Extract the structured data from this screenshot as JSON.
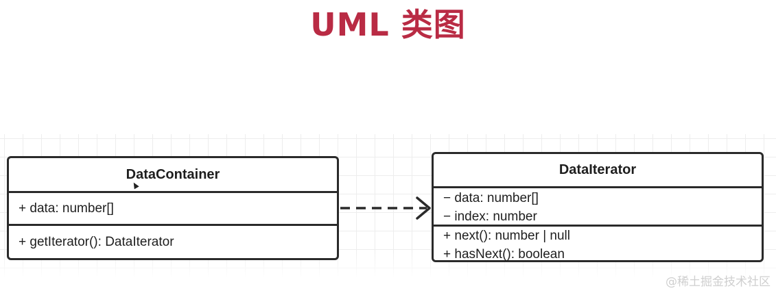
{
  "title": "UML 类图",
  "classes": {
    "container": {
      "name": "DataContainer",
      "attributes": [
        "+ data: number[]"
      ],
      "methods": [
        "+ getIterator(): DataIterator"
      ]
    },
    "iterator": {
      "name": "DataIterator",
      "attributes": [
        "− data: number[]",
        "− index: number"
      ],
      "methods": [
        "+ next(): number | null",
        "+ hasNext(): boolean"
      ]
    }
  },
  "relationship": {
    "type": "dependency",
    "from": "DataContainer",
    "to": "DataIterator",
    "style": "dashed-open-arrow"
  },
  "watermark": "@稀土掘金技术社区",
  "colors": {
    "title": "#b92b44",
    "stroke": "#2a2a2a",
    "grid": "#ececec"
  }
}
